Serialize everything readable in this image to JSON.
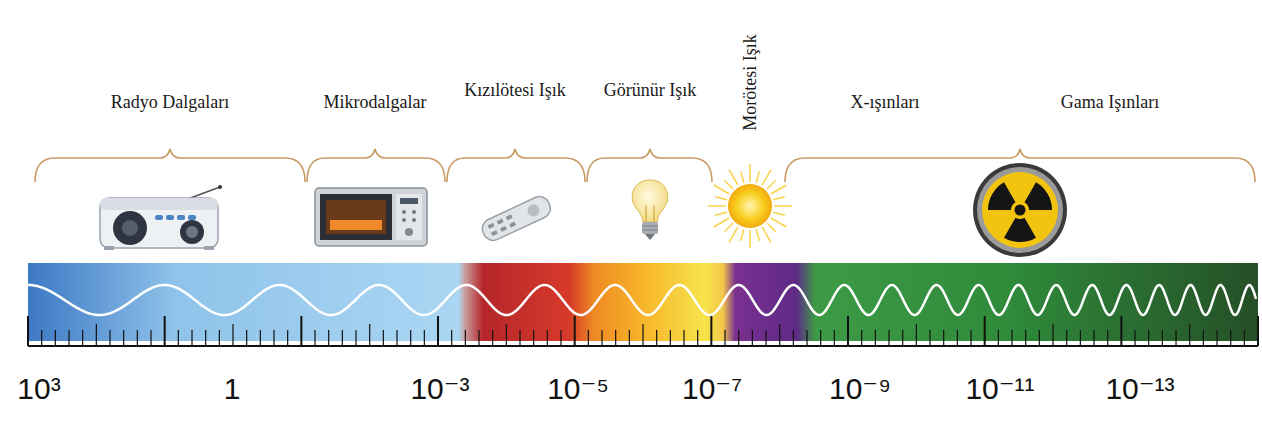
{
  "diagram": {
    "labels": [
      "Radyo Dalgaları",
      "Mikrodalgalar",
      "Kızılötesi Işık",
      "Görünür Işık",
      "Morötesi Işık",
      "X-ışınları",
      "Gama Işınları",
      "10³",
      "1",
      "10⁻³",
      "10⁻⁵",
      "10⁻⁷",
      "10⁻⁹",
      "10⁻¹¹",
      "10⁻¹³"
    ]
  }
}
